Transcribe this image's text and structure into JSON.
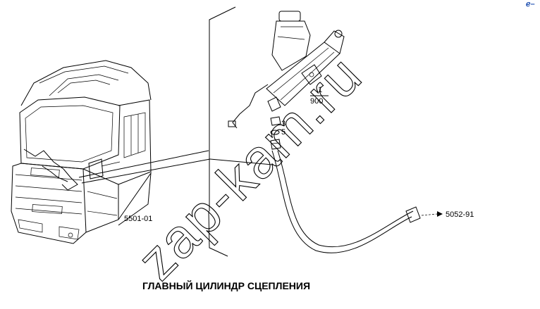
{
  "diagram": {
    "title": "ГЛАВНЫЙ ЦИЛИНДР СЦЕПЛЕНИЯ",
    "watermark": "zap-kam.ru",
    "corner_mark": "ℯ–",
    "labels": {
      "cab_ref": "5501-01",
      "line_ref": "5052-91",
      "cyl_num": "1",
      "cyl_den": "900",
      "part_3": "3",
      "part_5": "5"
    },
    "colors": {
      "line": "#000000",
      "corner": "#1e4fb0"
    }
  }
}
